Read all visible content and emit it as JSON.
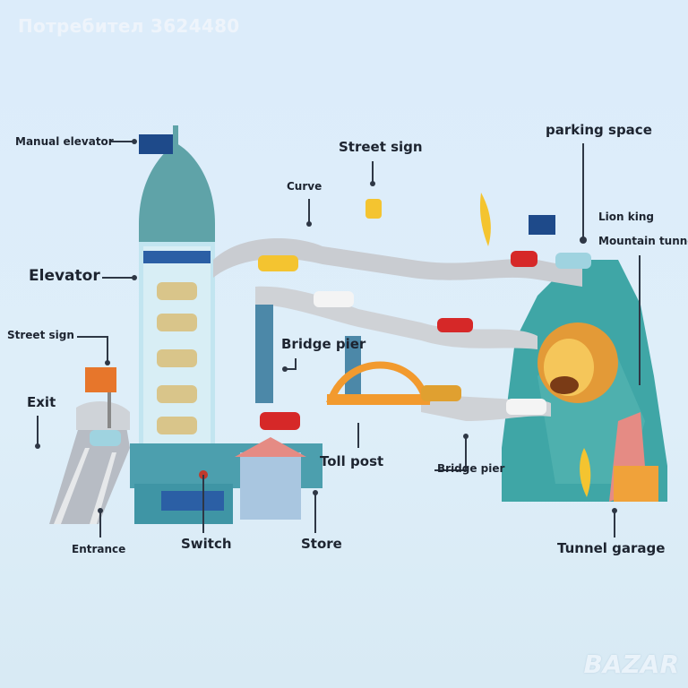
{
  "watermark": "Потребител 3624480",
  "logo_watermark": "BAZAR",
  "labels": {
    "manual_elevator": "Manual elevator",
    "street_sign_top": "Street sign",
    "curve": "Curve",
    "parking_space": "parking space",
    "lion_king": "Lion king",
    "mountain_tunnel": "Mountain tunne",
    "elevator": "Elevator",
    "street_sign_left": "Street sign",
    "bridge_pier_mid": "Bridge pier",
    "exit": "Exit",
    "toll_post": "Toll post",
    "bridge_pier_right": "Bridge pier",
    "entrance": "Entrance",
    "switch": "Switch",
    "store": "Store",
    "tunnel_garage": "Tunnel garage"
  },
  "colors": {
    "background": "#dcecfa",
    "tower": "#5fa3a8",
    "track": "#c9ccd1",
    "mountain": "#3fa6a6",
    "bridge": "#f29a2e",
    "lion": "#f0a23a"
  }
}
